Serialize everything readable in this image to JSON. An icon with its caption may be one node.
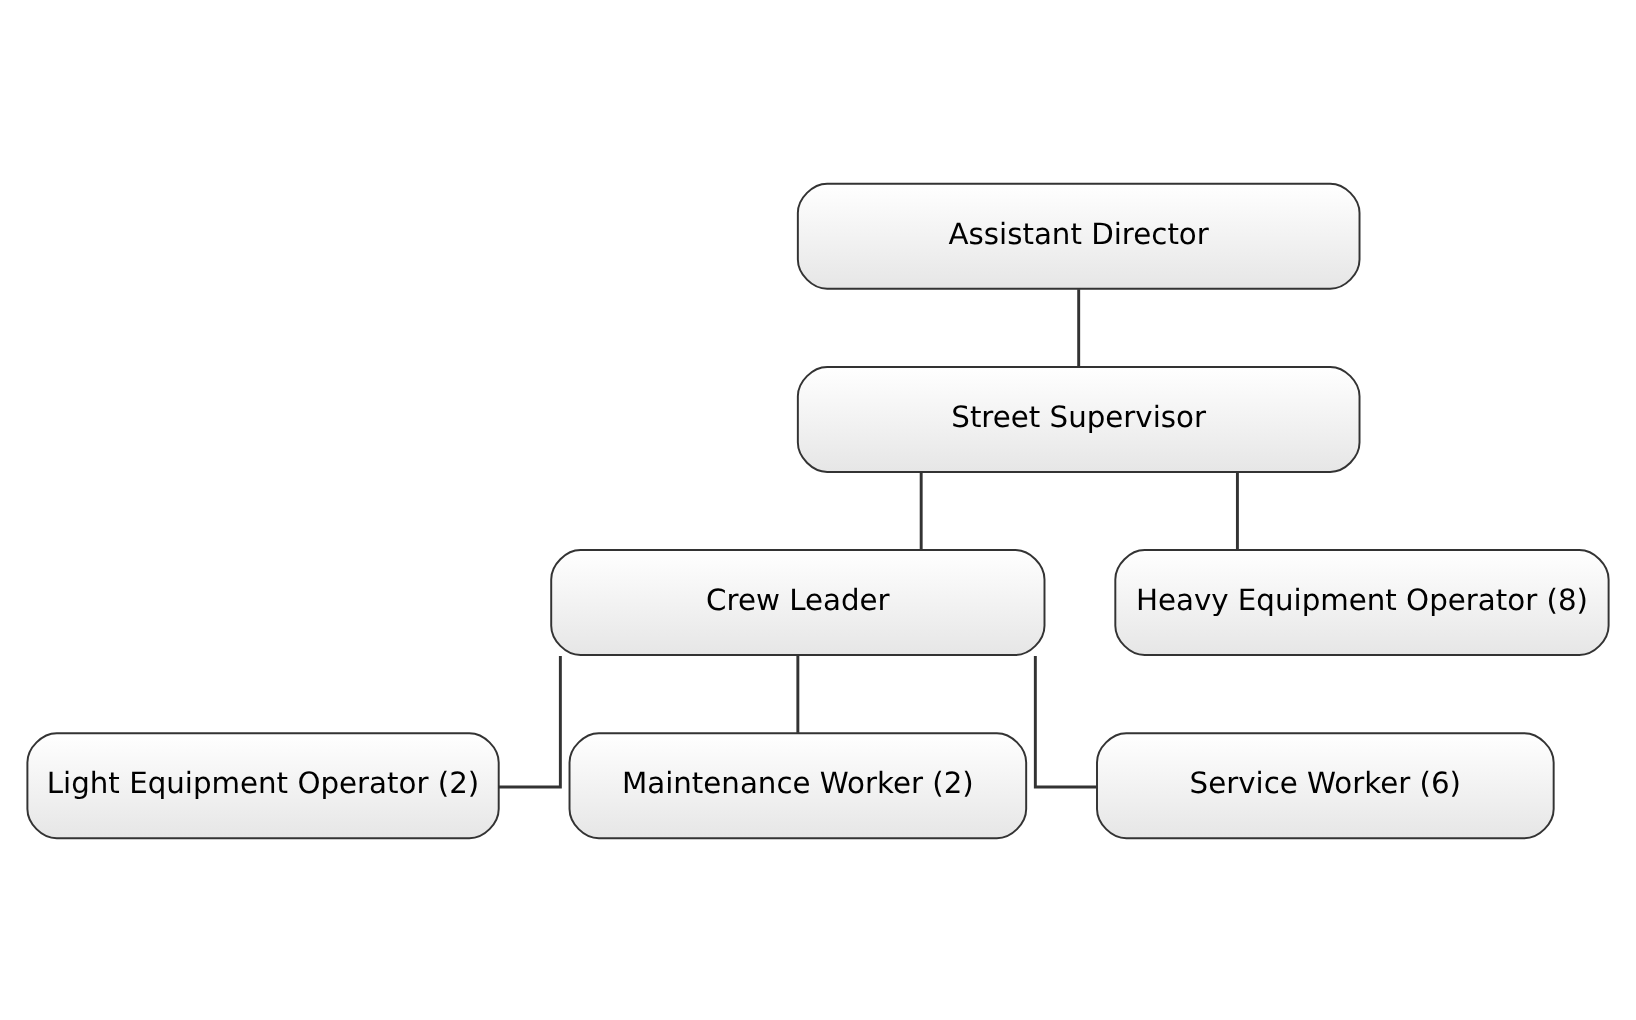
{
  "diagram": {
    "nodes": [
      {
        "text": [
          "Assistant Director"
        ]
      },
      {
        "text": [
          "Street Supervisor"
        ]
      },
      {
        "text": [
          "Crew Leader"
        ]
      },
      {
        "text": [
          "Heavy Equipment Operator (8)"
        ]
      },
      {
        "text": [
          "Light Equipment Operator (2)"
        ]
      },
      {
        "text": [
          "Maintenance Worker (2)"
        ]
      },
      {
        "text": [
          "Service Worker (6)"
        ]
      }
    ],
    "edges": [
      {
        "from": 0,
        "to": 1,
        "arrow": "none"
      },
      {
        "from": 1,
        "to": 2,
        "arrow": "none"
      },
      {
        "from": 1,
        "to": 3,
        "arrow": "none"
      },
      {
        "from": 2,
        "to": 4,
        "arrow": "none"
      },
      {
        "from": 2,
        "to": 5,
        "arrow": "none"
      },
      {
        "from": 2,
        "to": 6,
        "arrow": "none"
      }
    ]
  }
}
